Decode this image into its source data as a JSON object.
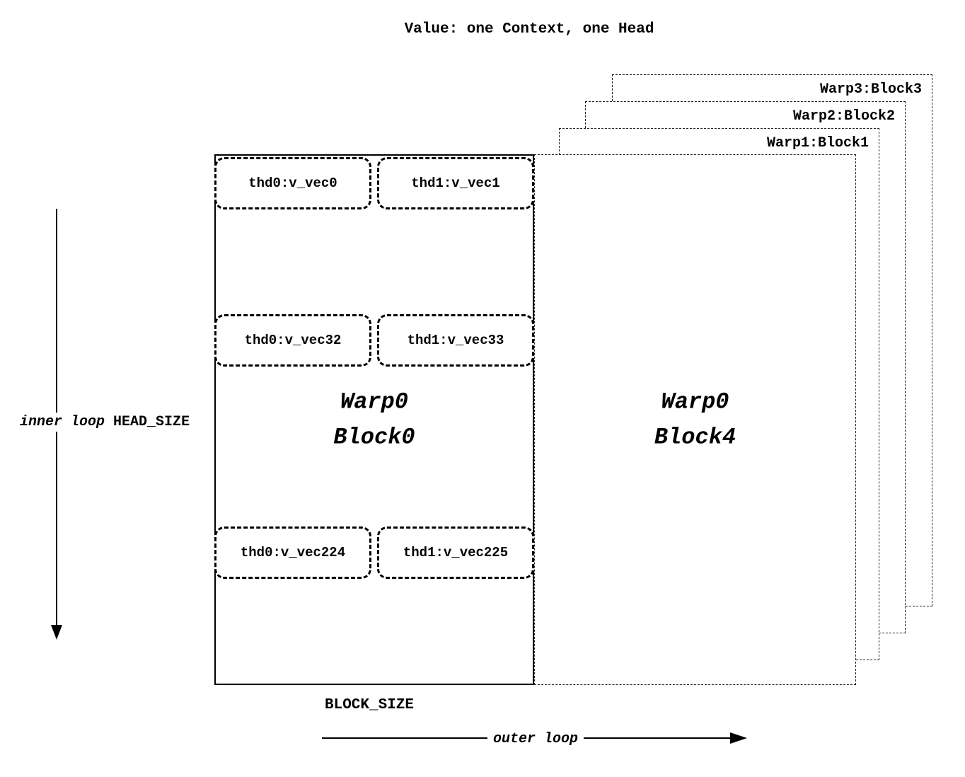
{
  "title": "Value: one Context, one Head",
  "diagram": {
    "front_block": {
      "line1": "Warp0",
      "line2": "Block0"
    },
    "right_block": {
      "line1": "Warp0",
      "line2": "Block4"
    },
    "back_blocks": [
      {
        "label": "Warp1:Block1"
      },
      {
        "label": "Warp2:Block2"
      },
      {
        "label": "Warp3:Block3"
      }
    ],
    "thread_rows": [
      {
        "cells": [
          "thd0:v_vec0",
          "thd1:v_vec1"
        ]
      },
      {
        "cells": [
          "thd0:v_vec32",
          "thd1:v_vec33"
        ]
      },
      {
        "cells": [
          "thd0:v_vec224",
          "thd1:v_vec225"
        ]
      }
    ],
    "labels": {
      "inner_loop": "inner loop",
      "head_size": "HEAD_SIZE",
      "outer_loop": "outer loop",
      "block_size": "BLOCK_SIZE"
    },
    "colors": {
      "ink": "#000000",
      "background": "#ffffff"
    }
  }
}
